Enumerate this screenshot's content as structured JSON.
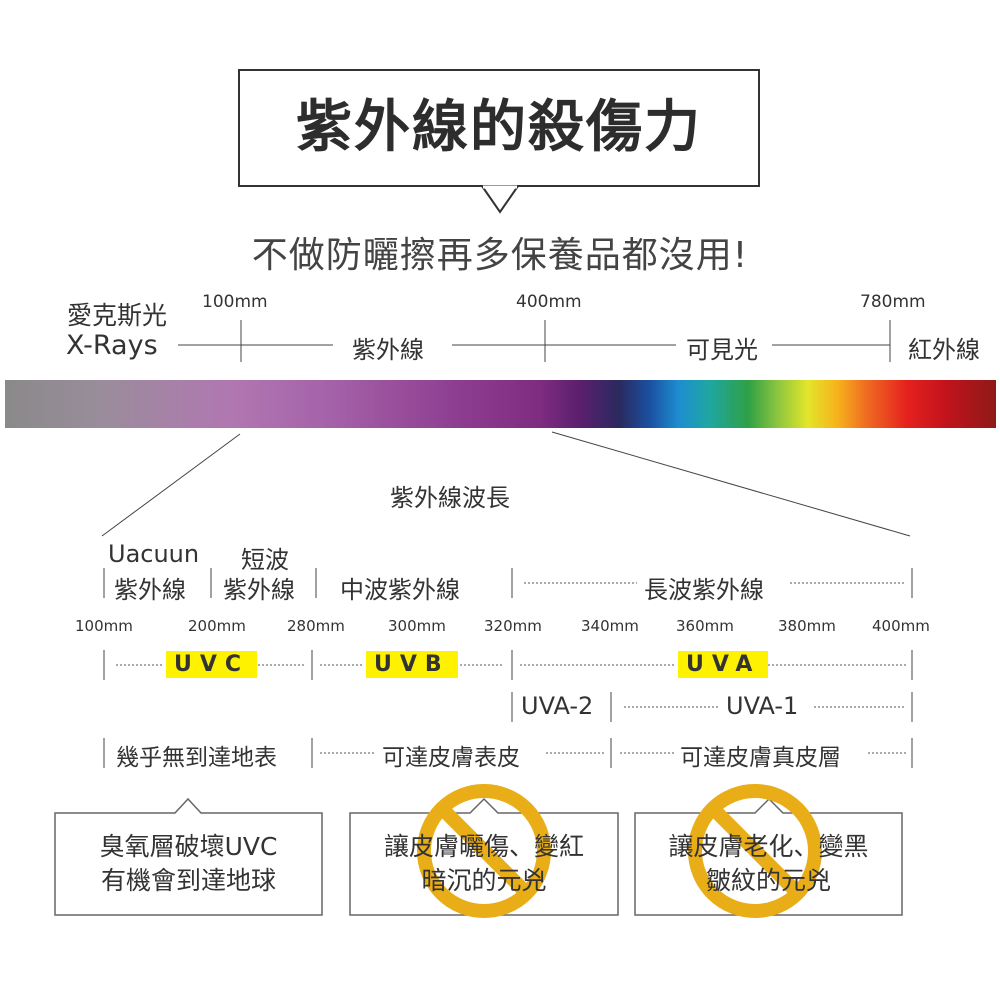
{
  "title": "紫外線的殺傷力",
  "subtitle": "不做防曬擦再多保養品都沒用!",
  "spectrum": {
    "xray_cn": "愛克斯光",
    "xray_en": "X-Rays",
    "uv": "紫外線",
    "visible": "可見光",
    "ir": "紅外線",
    "nm_100": "100mm",
    "nm_400": "400mm",
    "nm_780": "780mm"
  },
  "wavelength_title": "紫外線波長",
  "bands": {
    "vacuum_line1": "Uacuun",
    "vacuum_line2": "紫外線",
    "short_line1": "短波",
    "short_line2": "紫外線",
    "medium": "中波紫外線",
    "long": "長波紫外線"
  },
  "scale": [
    "100mm",
    "200mm",
    "280mm",
    "300mm",
    "320mm",
    "340mm",
    "360mm",
    "380mm",
    "400mm"
  ],
  "types": {
    "uvc": "UVC",
    "uvb": "UVB",
    "uva": "UVA",
    "uva2": "UVA-2",
    "uva1": "UVA-1"
  },
  "reach": {
    "uvc": "幾乎無到達地表",
    "uvb": "可達皮膚表皮",
    "uva": "可達皮膚真皮層"
  },
  "bubbles": {
    "b1_line1": "臭氧層破壞UVC",
    "b1_line2": "有機會到達地球",
    "b2_line1": "讓皮膚曬傷、變紅",
    "b2_line2": "暗沉的元兇",
    "b3_line1": "讓皮膚老化、變黑",
    "b3_line2": "皺紋的元兇"
  },
  "colors": {
    "ban": "#e8ad17",
    "highlight": "#fff200",
    "text": "#333333"
  },
  "icons": [
    "prohibited-icon"
  ]
}
